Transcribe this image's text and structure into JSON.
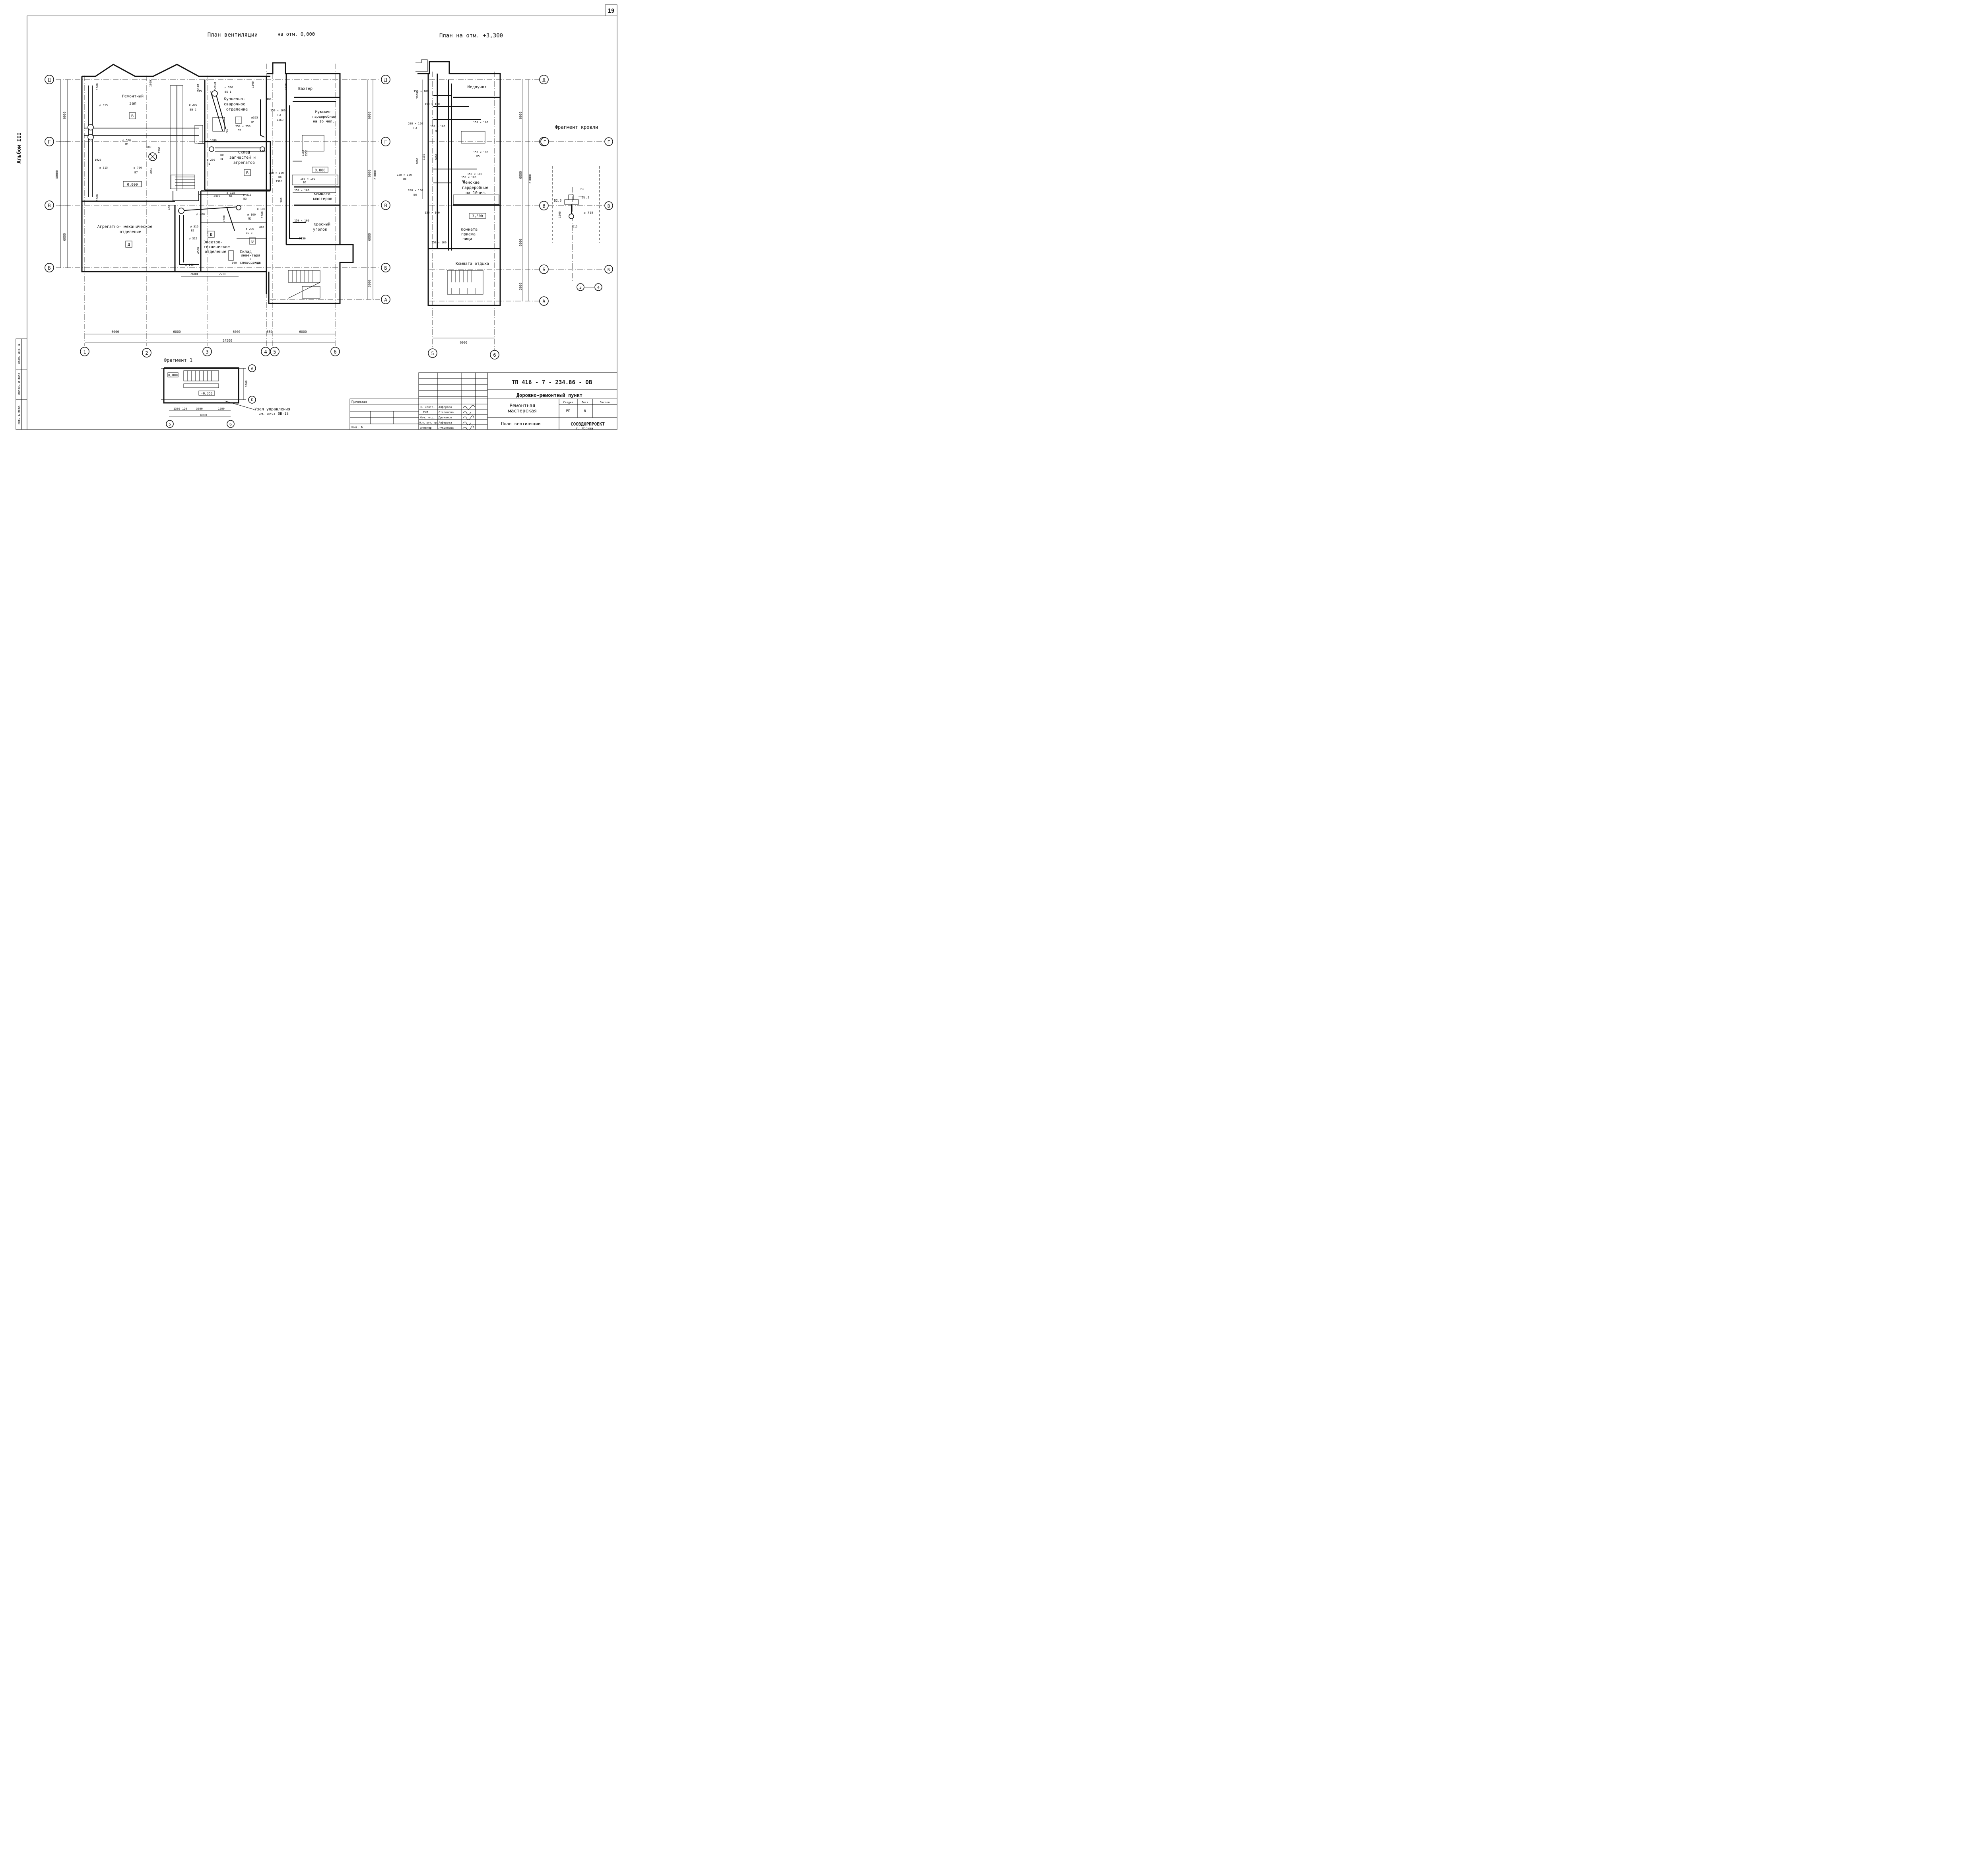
{
  "sheet_number": "19",
  "album_label": "Альбом III",
  "titles": {
    "plan_left": "План вентиляции",
    "plan_left_level": "на отм. 0,000",
    "plan_right": "План на отм. +3,300",
    "roof_fragment": "Фрагмент кровли",
    "fragment1": "Фрагмент 1"
  },
  "axes": {
    "letters": [
      "Д",
      "Г",
      "В",
      "Б",
      "А"
    ],
    "numbers_left": [
      "1",
      "2",
      "3",
      "4",
      "5",
      "6"
    ],
    "numbers_right": [
      "5",
      "6"
    ],
    "roof_axes": [
      "Г",
      "В",
      "Б",
      "3",
      "4"
    ],
    "fragment_axes": [
      "А",
      "Б",
      "5",
      "6"
    ]
  },
  "rooms_left": {
    "repair_hall_1": "Ремонтный",
    "repair_hall_2": "зал",
    "repair_hall_cat": "В",
    "forge_1": "Кузнечно-",
    "forge_2": "сварочное",
    "forge_3": "отделение",
    "forge_cat": "Г",
    "store_1": "Склад",
    "store_2": "запчастей и",
    "store_3": "агрегатов",
    "store_cat": "В",
    "aggregate_1": "Агрегатно- механическое",
    "aggregate_2": "отделение",
    "aggregate_cat": "Д",
    "electro_1": "Электро-",
    "electro_2": "техническое",
    "electro_3": "отделение",
    "electro_cat": "Д",
    "inventory_1": "Склад",
    "inventory_2": "инвентаря",
    "inventory_3": "и",
    "inventory_4": "спецодежды",
    "inventory_cat": "В",
    "guard": "Вахтер",
    "mens_1": "Мужские",
    "mens_2": "гардеробные",
    "mens_3": "на 16 чел.",
    "masters_1": "Комната",
    "masters_2": "мастеров",
    "red_1": "Красный",
    "red_2": "уголок",
    "level_hall": "0,000",
    "level_mens": "0,000"
  },
  "rooms_right": {
    "medical": "Медпункт",
    "womens_1": "Женские",
    "womens_2": "гардеробные",
    "womens_3": "на 10чел.",
    "meal_1": "Комната",
    "meal_2": "приема",
    "meal_3": "пищи",
    "rest": "Комната отдыха",
    "level": "3,300"
  },
  "equipment_left": {
    "p315a": "ø 315",
    "p500": "ø 500",
    "p1a": "П1",
    "p700": "ø 700",
    "b7": "В7",
    "p315b": "ø 315",
    "p200eb": "ø 200",
    "eb2": "ЕВ 2",
    "p300": "ø 300",
    "be1": "ВЕ I",
    "p355": "ø355",
    "b1": "В1",
    "s250": "250 × 250",
    "p2a": "П2",
    "p80": "80",
    "p1b": "П1",
    "p250": "ø 250",
    "p1c": "П1",
    "p500b": "ø500",
    "p125": "ø 125",
    "b4": "В4",
    "p315c": "ø 315",
    "b3": "В3",
    "p400": "ø 400",
    "p315d": "ø 315",
    "b2": "В2",
    "p315e": "ø 315",
    "p140": "ø 140",
    "p100a": "ø 100",
    "p100b": "ø 100",
    "p2b": "П2",
    "p200be": "ø 200",
    "be3": "ВЕ 3",
    "s150a": "150 × 100",
    "p3a": "П3",
    "s150b": "150 × 100",
    "b5a": "В5",
    "s150c": "150 × 100",
    "b6a": "В6",
    "s150d": "150 × 100",
    "s150e": "150 × 100",
    "p150": "Р150"
  },
  "equipment_right": {
    "s150a": "150 × 100",
    "s150b": "150 × 100",
    "s150c": "150 × 100",
    "s200a": "200 × 150",
    "p3a": "П3",
    "s150d": "150 × 100",
    "p3b": "П3",
    "s150e": "150 × 100",
    "b5a": "В5",
    "s150f": "150 × 100",
    "s150g": "150 × 100",
    "b5b": "В5",
    "s150h": "150 × 100",
    "b5c": "В5",
    "s200b": "200 × 150",
    "b6": "В6",
    "s150i": "150 × 100",
    "s150j": "150 × 100"
  },
  "roof": {
    "b2": "В2",
    "b23": "В2.3",
    "b21": "В2.1",
    "p315": "ø 315",
    "d1500": "1500",
    "d615": "615"
  },
  "dims_left": {
    "v6000a": "6000",
    "v6000b": "6000",
    "v18000": "18000",
    "v6000c": "6000",
    "v6000d": "6000",
    "v6000e": "6000",
    "v21000": "21000",
    "v3000": "3000",
    "h6000a": "6000",
    "h6000b": "6000",
    "h6000c": "6000",
    "h580": "580",
    "h6000d": "6000",
    "h24500": "24500",
    "h2600": "2600",
    "h2700": "2700",
    "d1000a": "1000",
    "d1300": "1300",
    "d1440": "1440",
    "d615": "615",
    "d2500": "2500",
    "d1300b": "1300",
    "d3800": "3800",
    "d400a": "400",
    "d1360": "1360",
    "d680": "680",
    "d1500": "1500",
    "d1025": "1025",
    "d9850": "9850",
    "d1000b": "1000",
    "d1800": "1800",
    "d760": "760",
    "d2155": "2155",
    "d2555": "2555",
    "d1960": "1960",
    "d3400": "3400",
    "d2500b": "2500",
    "d4500": "4500",
    "d1500b": "1500",
    "d600": "600",
    "d500": "500",
    "d400b": "400",
    "d580b": "580"
  },
  "dims_right": {
    "v3800": "3800",
    "v6000a": "6000",
    "v6000b": "6000",
    "v6000c": "6000",
    "v21000": "21000",
    "v3000": "3000",
    "d3800b": "3800",
    "d2155": "2155",
    "d2000": "2000",
    "h6000": "6000"
  },
  "fragment1": {
    "level_a": "0,000",
    "level_b": "-0,350",
    "d3000": "3000",
    "d1380": "1380",
    "d120": "120",
    "d3000b": "3000",
    "d1500": "1500",
    "d6000": "6000",
    "node_1": "Узел управления",
    "node_2": "см. лист ОВ-13"
  },
  "title_block": {
    "code": "ТП 416 - 7 - 234.86 - ОВ",
    "project": "Дорожно-ремонтный пункт",
    "object_1": "Ремонтная",
    "object_2": "мастерская",
    "sheet_title": "План вентиляции",
    "org_1": "СОЮЗДОРПРОЕКТ",
    "org_2": "г. Москва",
    "stage_h": "Стадия",
    "sheet_h": "Лист",
    "sheets_h": "Листов",
    "stage": "РП",
    "sheet": "6",
    "tied": "Привязан",
    "inv": "Инв. №",
    "roles": [
      "Н. контр.",
      "ГИП",
      "Нач. отд.",
      "Н.о. рук. гр.",
      "Инженер"
    ],
    "names": [
      "Алферова",
      "Степанова",
      "Дроханов",
      "Алферова",
      "Лукьянова"
    ],
    "side_stamp": [
      "Инв. № подл.",
      "Подпись и дата",
      "Взам. инв. №"
    ]
  }
}
